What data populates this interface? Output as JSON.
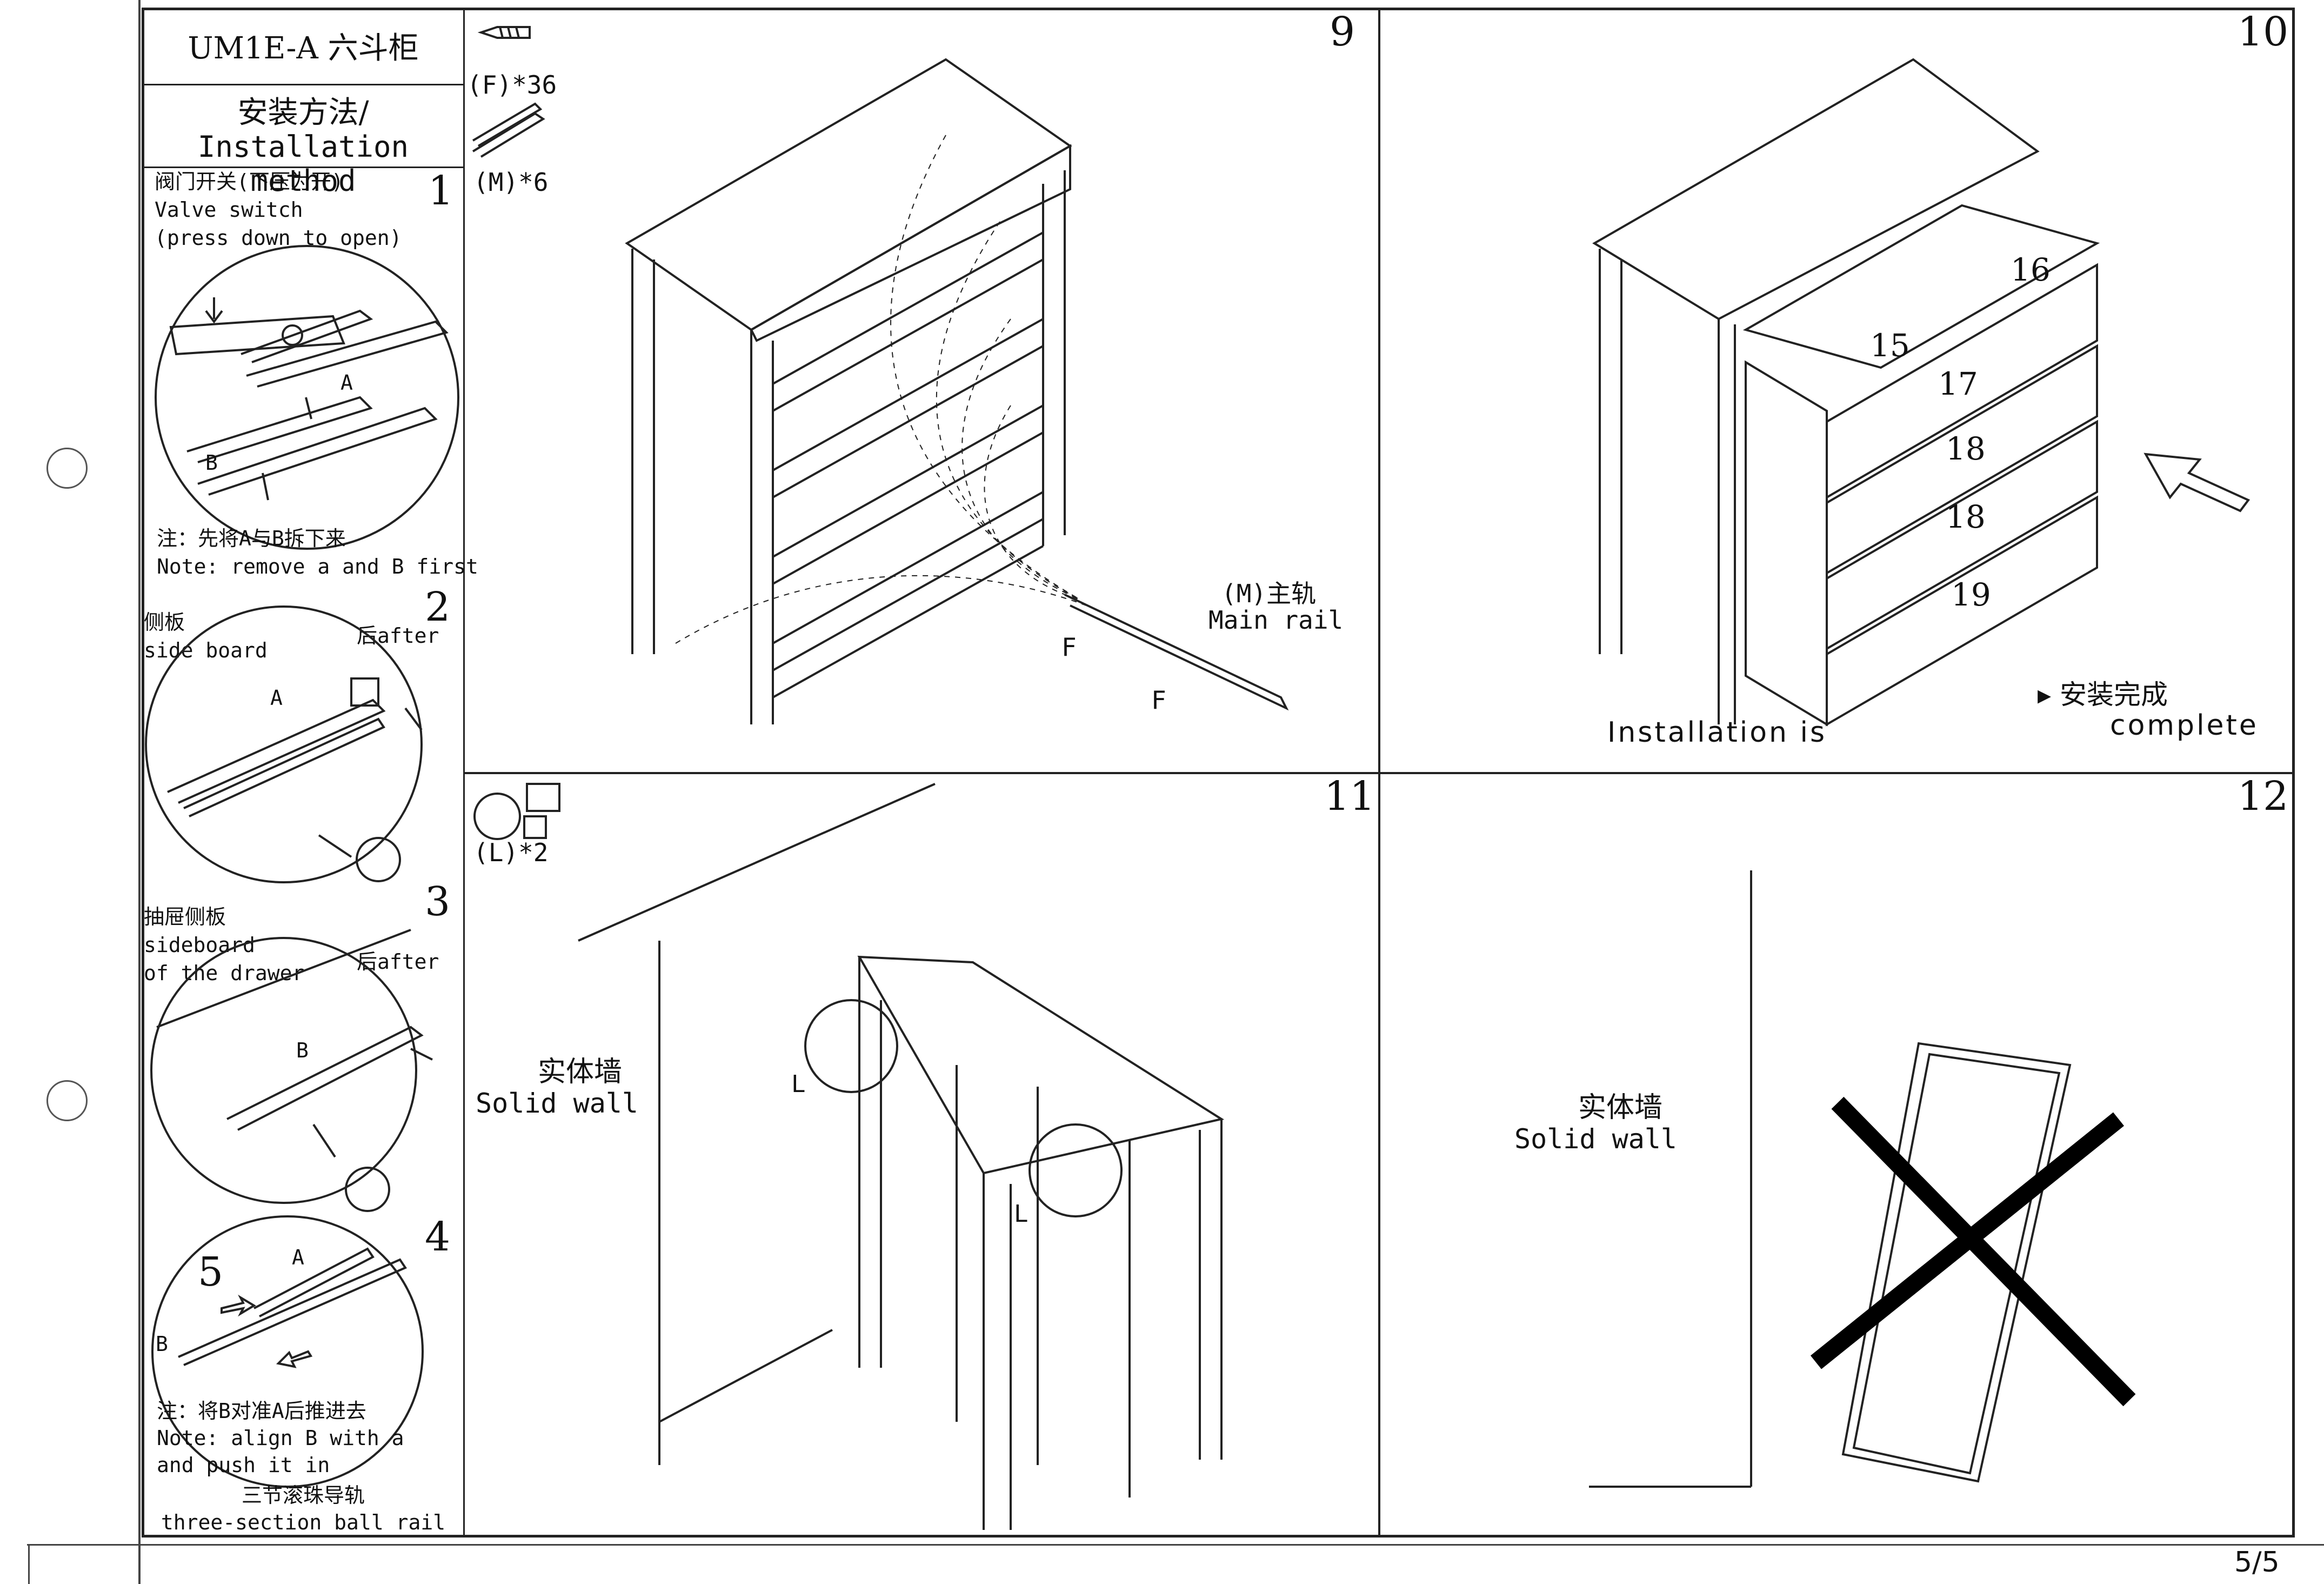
{
  "header": {
    "model": "UM1E-A 六斗柜",
    "method_cn": "安装方法/",
    "method_en": "Installation method"
  },
  "sidebar": {
    "step1": {
      "num": "1",
      "l1": "阀门开关(下压为开)",
      "l2": "Valve switch",
      "l3": "(press down to open)",
      "rail_a": "A",
      "rail_b": "B",
      "note_cn": "注：先将A与B拆下来",
      "note_en": "Note: remove a and B first"
    },
    "step2": {
      "num": "2",
      "l1": "侧板",
      "l2": "side board",
      "after": "后after",
      "rail_a": "A"
    },
    "step3": {
      "num": "3",
      "l1": "抽屉侧板",
      "l2": "sideboard",
      "l3": "of the drawer",
      "after": "后after",
      "rail_b": "B"
    },
    "step4": {
      "num": "4",
      "num5": "5",
      "rail_a": "A",
      "rail_b": "B",
      "note_cn": "注：将B对准A后推进去",
      "note_en1": "Note: align B with a",
      "note_en2": "and push it in",
      "caption_cn": "三节滚珠导轨",
      "caption_en": "three-section ball rail"
    }
  },
  "panel9": {
    "num": "9",
    "screw_label": "(F)*36",
    "rail_label": "(M)*6",
    "main_rail_cn": "(M)主轨",
    "main_rail_en": "Main rail",
    "f1": "F",
    "f2": "F"
  },
  "panel10": {
    "num": "10",
    "drawers": [
      "15",
      "16",
      "17",
      "18",
      "18",
      "19"
    ],
    "complete_cn": "▸ 安装完成",
    "complete_en1": "Installation is",
    "complete_en2": "complete"
  },
  "panel11": {
    "num": "11",
    "part_label": "(L)*2",
    "wall_cn": "实体墙",
    "wall_en": "Solid wall",
    "l1": "L",
    "l2": "L"
  },
  "panel12": {
    "num": "12",
    "wall_cn": "实体墙",
    "wall_en": "Solid wall"
  },
  "footer": {
    "page": "5/5"
  }
}
